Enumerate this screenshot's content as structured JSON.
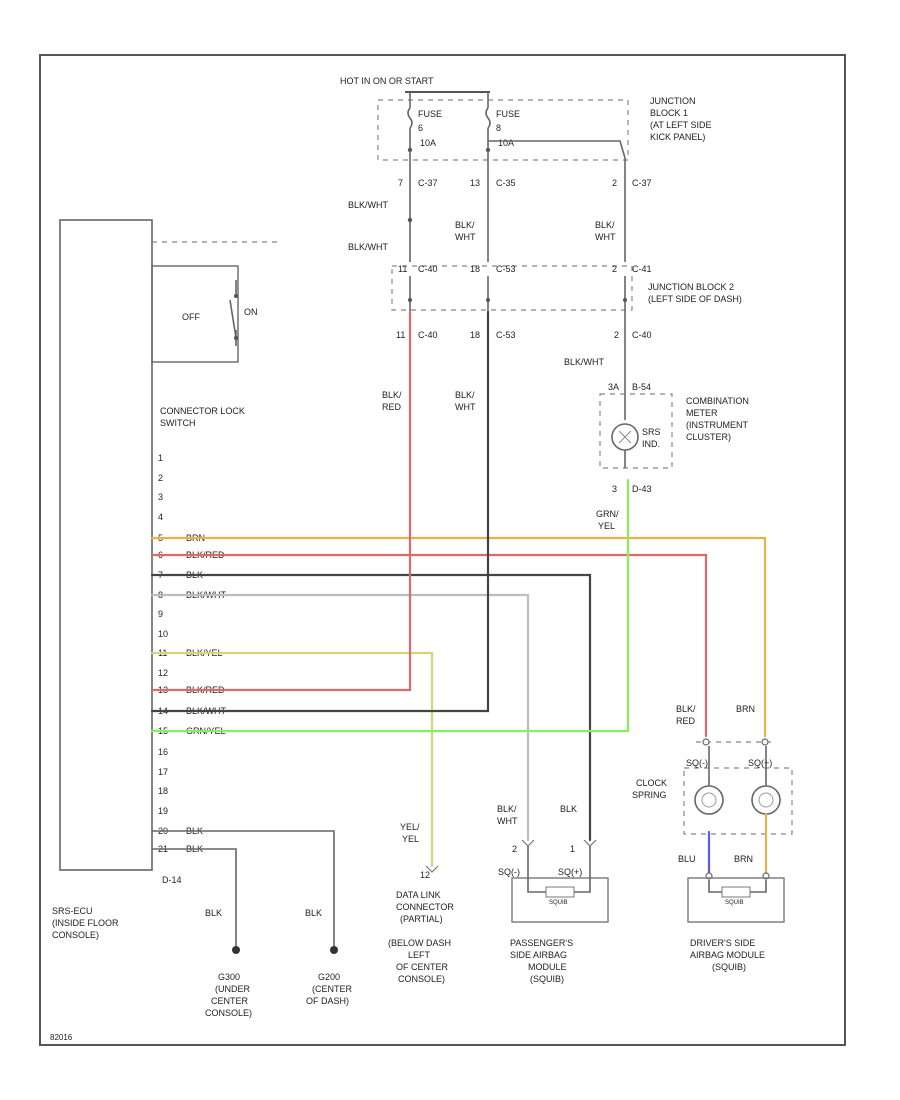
{
  "diagram_id": "82016",
  "hot_bar": "HOT IN ON OR START",
  "fuse_a": {
    "label": "FUSE",
    "num": "6",
    "amp": "10A"
  },
  "fuse_b": {
    "label": "FUSE",
    "num": "8",
    "amp": "10A"
  },
  "jb1": {
    "l1": "JUNCTION",
    "l2": "BLOCK 1",
    "l3": "(AT LEFT SIDE",
    "l4": "KICK PANEL)"
  },
  "jb2": {
    "l1": "JUNCTION BLOCK 2",
    "l2": "(LEFT SIDE OF DASH)"
  },
  "c37a": {
    "pin": "7",
    "conn": "C-37"
  },
  "c35": {
    "pin": "13",
    "conn": "C-35"
  },
  "c37b": {
    "pin": "2",
    "conn": "C-37"
  },
  "c40a": {
    "pin": "11",
    "conn": "C-40"
  },
  "c53a": {
    "pin": "18",
    "conn": "C-53"
  },
  "c41": {
    "pin": "2",
    "conn": "C-41"
  },
  "c40b": {
    "pin": "11",
    "conn": "C-40"
  },
  "c53b": {
    "pin": "18",
    "conn": "C-53"
  },
  "c40c": {
    "pin": "2",
    "conn": "C-40"
  },
  "w_blkwht1": "BLK/WHT",
  "w_blkwht2": "BLK/WHT",
  "w_blk_c35_1": "BLK/",
  "w_blk_c35_2": "WHT",
  "w_blk_c37_1": "BLK/",
  "w_blk_c37_2": "WHT",
  "w_blkwht3": "BLK/WHT",
  "w_blkred_1": "BLK/",
  "w_blkred_2": "RED",
  "w_blkwht4_1": "BLK/",
  "w_blkwht4_2": "WHT",
  "meter": {
    "pin_top": "3A",
    "conn_top": "B-54",
    "l1": "COMBINATION",
    "l2": "METER",
    "l3": "(INSTRUMENT",
    "l4": "CLUSTER)",
    "lamp1": "SRS",
    "lamp2": "IND.",
    "pin_bot": "3",
    "conn_bot": "D-43"
  },
  "w_grnyel_1": "GRN/",
  "w_grnyel_2": "YEL",
  "switch": {
    "off": "OFF",
    "on": "ON",
    "title1": "CONNECTOR LOCK",
    "title2": "SWITCH"
  },
  "ecu_pins": [
    {
      "num": "1",
      "wire": ""
    },
    {
      "num": "2",
      "wire": ""
    },
    {
      "num": "3",
      "wire": ""
    },
    {
      "num": "4",
      "wire": ""
    },
    {
      "num": "5",
      "wire": "BRN"
    },
    {
      "num": "6",
      "wire": "BLK/RED"
    },
    {
      "num": "7",
      "wire": "BLK"
    },
    {
      "num": "8",
      "wire": "BLK/WHT"
    },
    {
      "num": "9",
      "wire": ""
    },
    {
      "num": "10",
      "wire": ""
    },
    {
      "num": "11",
      "wire": "BLK/YEL"
    },
    {
      "num": "12",
      "wire": ""
    },
    {
      "num": "13",
      "wire": "BLK/RED"
    },
    {
      "num": "14",
      "wire": "BLK/WHT"
    },
    {
      "num": "15",
      "wire": "GRN/YEL"
    },
    {
      "num": "16",
      "wire": ""
    },
    {
      "num": "17",
      "wire": ""
    },
    {
      "num": "18",
      "wire": ""
    },
    {
      "num": "19",
      "wire": ""
    },
    {
      "num": "20",
      "wire": "BLK"
    },
    {
      "num": "21",
      "wire": "BLK"
    }
  ],
  "ecu_conn": "D-14",
  "ecu": {
    "l1": "SRS-ECU",
    "l2": "(INSIDE FLOOR",
    "l3": "CONSOLE)"
  },
  "gnd1": {
    "wire": "BLK",
    "l1": "G300",
    "l2": "(UNDER",
    "l3": "CENTER",
    "l4": "CONSOLE)"
  },
  "gnd2": {
    "wire": "BLK",
    "l1": "G200",
    "l2": "(CENTER",
    "l3": "OF DASH)"
  },
  "dlc": {
    "w1": "YEL/",
    "w2": "YEL",
    "pin": "12",
    "l1": "DATA LINK",
    "l2": "CONNECTOR",
    "l3": "(PARTIAL)",
    "l4": "(BELOW DASH",
    "l5": "LEFT",
    "l6": "OF CENTER",
    "l7": "CONSOLE)"
  },
  "pass": {
    "w1a": "BLK/",
    "w1b": "WHT",
    "w2": "BLK",
    "pin1": "2",
    "pin2": "1",
    "tag1": "SQ(-)",
    "tag2": "SQ(+)",
    "inner": "SQUIB",
    "l1": "PASSENGER'S",
    "l2": "SIDE AIRBAG",
    "l3": "MODULE",
    "l4": "(SQUIB)"
  },
  "clock": {
    "w1a": "BLK/",
    "w1b": "RED",
    "w2": "BRN",
    "tag1": "SQ(-)",
    "tag2": "SQ(+)",
    "l1": "CLOCK",
    "l2": "SPRING"
  },
  "driver": {
    "w1": "BLU",
    "w2": "BRN",
    "inner": "SQUIB",
    "l1": "DRIVER'S SIDE",
    "l2": "AIRBAG MODULE",
    "l3": "(SQUIB)"
  },
  "colors": {
    "brn": "#e6b24a",
    "red": "#d96b6b",
    "blk": "#444444",
    "wht": "#bdbdbd",
    "grn": "#86ef5a",
    "yel": "#d8d27a",
    "blu": "#5b5bf0"
  }
}
